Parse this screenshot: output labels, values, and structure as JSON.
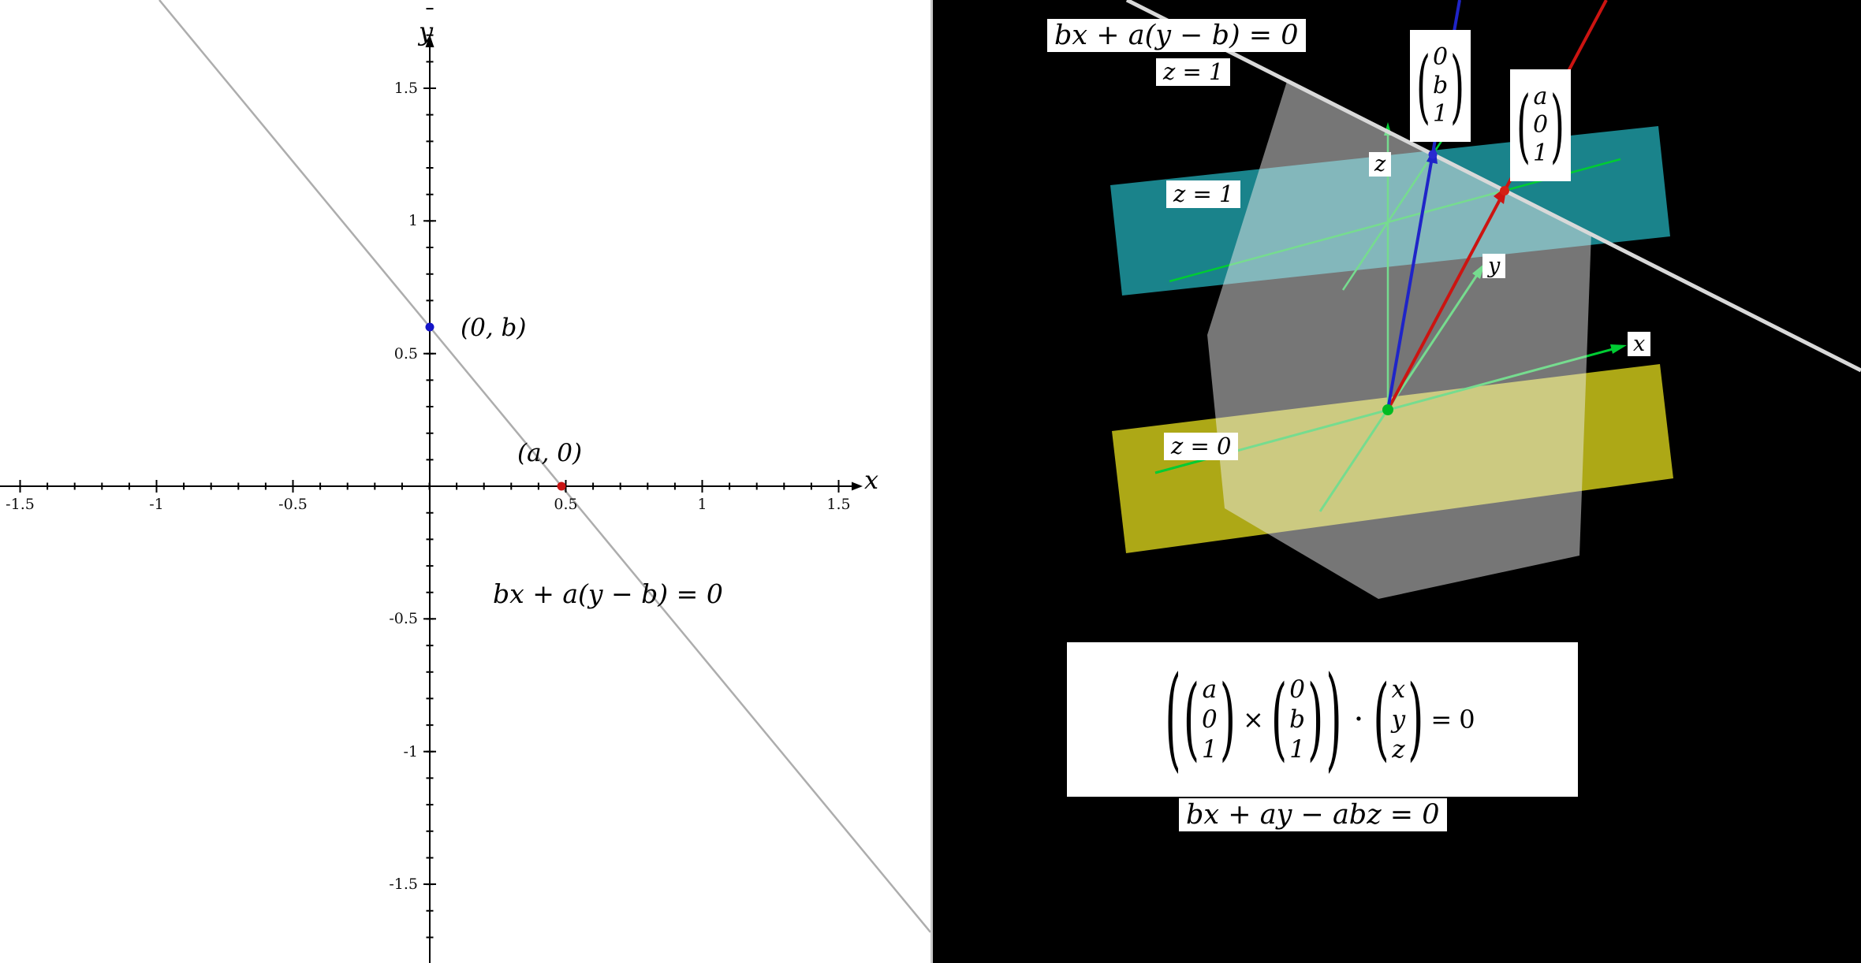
{
  "left_panel": {
    "y_axis_label": "y",
    "x_axis_label": "x",
    "point_b_label": "(0, b)",
    "point_a_label": "(a, 0)",
    "line_equation": "bx + a(y − b) = 0",
    "x_ticks": [
      "-1.5",
      "-1",
      "-0.5",
      "0.5",
      "1",
      "1.5"
    ],
    "y_ticks": [
      "1.5",
      "1",
      "0.5",
      "-0.5",
      "-1",
      "-1.5"
    ]
  },
  "right_panel": {
    "line_equation": "bx + a(y − b) = 0",
    "line_plane_label": "z = 1",
    "vector_b_rows": [
      "0",
      "b",
      "1"
    ],
    "vector_a_rows": [
      "a",
      "0",
      "1"
    ],
    "plane_z1_label": "z = 1",
    "plane_z0_label": "z = 0",
    "axis_labels": {
      "x": "x",
      "y": "y",
      "z": "z"
    },
    "cross_formula": {
      "vec_a": [
        "a",
        "0",
        "1"
      ],
      "times": "×",
      "vec_b": [
        "0",
        "b",
        "1"
      ],
      "dot": "·",
      "vec_xyz": [
        "x",
        "y",
        "z"
      ],
      "equals": "=",
      "rhs": "0"
    },
    "plane_equation": "bx + ay − abz = 0"
  },
  "colors": {
    "plane_z1": "#1b8a92",
    "plane_z0": "#b6b117",
    "axis_green": "#00cc33",
    "vector_blue": "#1f24c8",
    "vector_red": "#cc1411",
    "line_2d": "#adadad",
    "line_3d": "#d9d9d9"
  }
}
